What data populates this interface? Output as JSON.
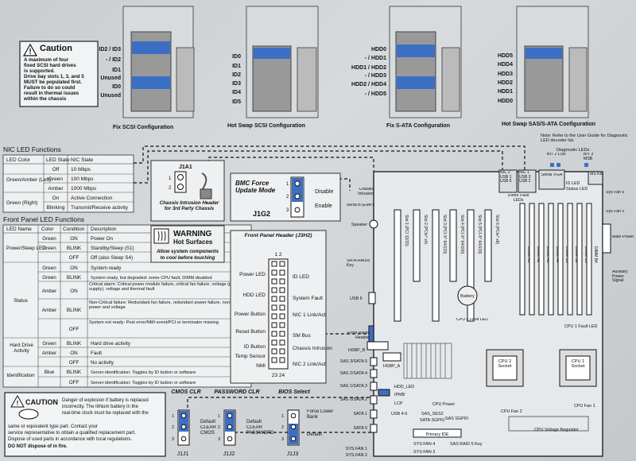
{
  "drive_configs": [
    {
      "title": "Fix SCSI Configuration",
      "labels": [
        "ID2 / ID3",
        "- / ID2",
        "ID1",
        "Unused",
        "ID0",
        "Unused"
      ]
    },
    {
      "title": "Hot Swap SCSI Configuration",
      "labels": [
        "ID0",
        "ID1",
        "ID2",
        "ID3",
        "ID4",
        "ID5"
      ]
    },
    {
      "title": "Fix S-ATA Configuration",
      "labels": [
        "HDD0",
        "- / HDD1",
        "HDD1 / HDD2",
        "- / HDD3",
        "HDD2 / HDD4",
        "- / HDD5"
      ]
    },
    {
      "title": "Hot Swap SAS/S-ATA Configuration",
      "labels": [
        "HDD5",
        "HDD4",
        "HDD3",
        "HDD2",
        "HDD1",
        "HDD0"
      ]
    }
  ],
  "caution_top": {
    "title": "Caution",
    "lines": [
      "A maximum of four",
      "fixed SCSI hard drives",
      "is supported.",
      "Drive bay slots 1, 3, and 5",
      "MUST be populated first.",
      "Failure to do so could",
      "result in thermal issues",
      "within the chassis"
    ]
  },
  "nic_table": {
    "title": "NIC LED Functions",
    "headers": [
      "LED Color",
      "LED State",
      "NIC State"
    ],
    "rows": [
      [
        "",
        "Off",
        "10 Mbps"
      ],
      [
        "Green/Amber (Left)",
        "Green",
        "100 Mbps"
      ],
      [
        "",
        "Amber",
        "1000 Mbps"
      ],
      [
        "Green (Right)",
        "On",
        "Active Connection"
      ],
      [
        "",
        "Blinking",
        "Transmit/Receive activity"
      ]
    ]
  },
  "front_panel_table": {
    "title": "Front Panel LED Functions",
    "headers": [
      "LED Name",
      "Color",
      "Condition",
      "Description"
    ],
    "rows": [
      [
        "",
        "Green",
        "ON",
        "Power On"
      ],
      [
        "Power/Sleep LED",
        "Green",
        "BLINK",
        "Standby/Sleep (S1)"
      ],
      [
        "",
        "",
        "OFF",
        "Off (also Sleep S4)"
      ],
      [
        "",
        "Green",
        "ON",
        "System ready"
      ],
      [
        "",
        "Green",
        "BLINK",
        "System ready, but degraded: some CPU fault, DIMM disabled"
      ],
      [
        "Status",
        "Amber",
        "ON",
        "Critical alarm: Critical power module failure, critical fan failure, voltage (power supply), voltage and thermal fault"
      ],
      [
        "",
        "Amber",
        "BLINK",
        "Non-Critical failure: Redundant fan failure, redundant power failure, non-critical power and voltage"
      ],
      [
        "",
        "",
        "OFF",
        "System not ready: Post error/NMI event/PCI or terminator missing"
      ],
      [
        "Hard Drive Activity",
        "Green",
        "BLINK",
        "Hard drive activity"
      ],
      [
        "",
        "Amber",
        "ON",
        "Fault"
      ],
      [
        "",
        "",
        "OFF",
        "No activity"
      ],
      [
        "Identification",
        "Blue",
        "BLINK",
        "Server identification: Toggles by ID button or software"
      ],
      [
        "",
        "",
        "OFF",
        "Server identification: Toggles by ID button or software"
      ]
    ]
  },
  "j1a1": {
    "title": "J1A1",
    "caption": "Chassis Intrusion Header for 3rd Party Chassis"
  },
  "bmc": {
    "title": "BMC Force Update Mode",
    "name": "J1G2",
    "disable": "Disable",
    "enable": "Enable"
  },
  "warning": {
    "title": "WARNING",
    "subtitle": "Hot Surfaces",
    "lines": [
      "Allow system components",
      "to cool before touching"
    ]
  },
  "front_panel_header": {
    "title": "Front Panel Header (J3H2)",
    "top": "1  2",
    "bottom": "23 24",
    "left": [
      "Power LED",
      "HDD LED",
      "Power Button",
      "Reset Button",
      "ID Button",
      "Temp Sensor",
      "NMI"
    ],
    "right": [
      "ID LED",
      "System Fault",
      "NIC 1 Link/Act",
      "SM Bus",
      "Chassis Intrusion",
      "NIC 2 Link/Act"
    ]
  },
  "caution_bottom": {
    "title": "CAUTION",
    "lines": [
      "Danger of explosion if battery is replaced",
      "incorrectly. The lithium battery in the",
      "real-time clock must be replaced with the",
      "same or equivalent type part. Contact your",
      "service representative to obtain a qualified replacement part.",
      "Dispose of used parts in accordance with local regulations.",
      "DO NOT dispose of in fire."
    ]
  },
  "jumpers": [
    {
      "title": "CMOS CLR",
      "labels": [
        "Default",
        "CLEAR CMOS"
      ],
      "name": "J1J1"
    },
    {
      "title": "PASSWORD CLR",
      "labels": [
        "Default",
        "CLEAR PASSWORD"
      ],
      "name": "J1J2"
    },
    {
      "title": "BIOS Select",
      "labels": [
        "Force Lower Bank",
        "Default"
      ],
      "name": "J1J3"
    }
  ],
  "board": {
    "note": "Note: Refer to the User Guide for Diagnostic LED decoder list.",
    "diag": "Diagnostic LEDs",
    "bit2": "BIT 2 LSB",
    "bit3": "BIT 3 MSB",
    "serial_vga": "Serial VGA",
    "id_led": "ID LED",
    "status_led": "Status LED",
    "nic2": "NIC 2 USB 1 USB 0",
    "nic1": "NIC 1 USB 3 USB 2",
    "ms_kb": "MS KB",
    "dimm_fault": "DIMM Fault LEDs",
    "chassis_intrusion": "Chassis Intrusion",
    "serial_b": "Serial B (EMP)",
    "speaker": "Speaker",
    "sata_raid": "SATA RAID5 Key",
    "usb6": "USB 6",
    "front_panel": "Front Panel Header",
    "slots": [
      "Slot 1 (PCI 32/33)",
      "Slot 2 (PCIe* x4)",
      "Slot 3 (PCI-X* 64/133)",
      "Slot 4 (PCI-X* 64/100)",
      "Slot 5 (PCI-X* 64/133)",
      "Slot 6 (PCIe* x8)"
    ],
    "battery": "Battery",
    "cpu2_fault": "CPU 2 Fault LED",
    "cpu1_fault": "CPU 1 Fault LED",
    "dimms": [
      "DIMM A1",
      "DIMM A2",
      "DIMM A3",
      "DIMM A4",
      "DIMM B1",
      "DIMM B2",
      "DIMM B3",
      "DIMM B4"
    ],
    "sys_fan6": "Sys Fan 6",
    "sys_fan5": "Sys Fan 5",
    "main_power": "Main Power",
    "aux_power": "Auxiliary Power Signal",
    "cpu2": "CPU 2 Socket",
    "cpu1": "CPU 1 Socket",
    "hsbp_b": "HSBP_B",
    "hsbp_a": "HSBP_A",
    "sas_left": [
      "SAS 3/SATA 5",
      "SAS 2/SATA 4",
      "SAS 1/SATA 3",
      "SAS 0/SATA 2",
      "SATA 1",
      "SATA 0",
      "SYS FAN 1",
      "SYS FAN 2"
    ],
    "hdd_led": "HDD_LED",
    "ipmb": "IPMB",
    "lcp": "LCP",
    "usb45": "USB 4-5",
    "sas_ses": "SAS_SES2",
    "sgpio": "SATA SGPIO",
    "sas_sgpio": "SAS SGPIO",
    "cpu_power": "CPU Power",
    "primary_ide": "Primary IDE",
    "sys_fan4": "SYS FAN 4",
    "sys_fan3": "SYS FAN 3",
    "sas_raid": "SAS RAID 5 Key",
    "cpu_fan2": "CPU Fan 2",
    "cpu_fan1": "CPU Fan 1",
    "cpu_vr": "CPU Voltage Regulator"
  },
  "colors": {
    "blue": "#3b6fc4",
    "dark": "#111111",
    "panel": "#e9ecee"
  }
}
